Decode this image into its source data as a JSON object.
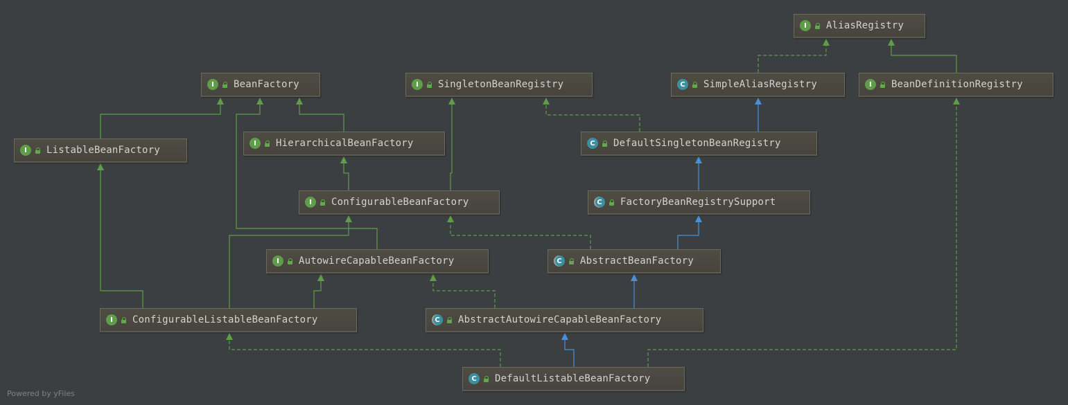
{
  "nodes": [
    {
      "id": "AliasRegistry",
      "label": "AliasRegistry",
      "kind": "interface",
      "icon": "interface-icon"
    },
    {
      "id": "BeanFactory",
      "label": "BeanFactory",
      "kind": "interface",
      "icon": "interface-icon"
    },
    {
      "id": "SingletonBeanRegistry",
      "label": "SingletonBeanRegistry",
      "kind": "interface",
      "icon": "interface-icon"
    },
    {
      "id": "SimpleAliasRegistry",
      "label": "SimpleAliasRegistry",
      "kind": "class",
      "icon": "class-icon"
    },
    {
      "id": "BeanDefinitionRegistry",
      "label": "BeanDefinitionRegistry",
      "kind": "interface",
      "icon": "interface-icon"
    },
    {
      "id": "ListableBeanFactory",
      "label": "ListableBeanFactory",
      "kind": "interface",
      "icon": "interface-icon"
    },
    {
      "id": "HierarchicalBeanFactory",
      "label": "HierarchicalBeanFactory",
      "kind": "interface",
      "icon": "interface-icon"
    },
    {
      "id": "DefaultSingletonBeanRegistry",
      "label": "DefaultSingletonBeanRegistry",
      "kind": "class",
      "icon": "class-icon"
    },
    {
      "id": "ConfigurableBeanFactory",
      "label": "ConfigurableBeanFactory",
      "kind": "interface",
      "icon": "interface-icon"
    },
    {
      "id": "FactoryBeanRegistrySupport",
      "label": "FactoryBeanRegistrySupport",
      "kind": "abstract",
      "icon": "abstract-class-icon"
    },
    {
      "id": "AutowireCapableBeanFactory",
      "label": "AutowireCapableBeanFactory",
      "kind": "interface",
      "icon": "interface-icon"
    },
    {
      "id": "AbstractBeanFactory",
      "label": "AbstractBeanFactory",
      "kind": "abstract",
      "icon": "abstract-class-icon"
    },
    {
      "id": "ConfigurableListableBeanFactory",
      "label": "ConfigurableListableBeanFactory",
      "kind": "interface",
      "icon": "interface-icon"
    },
    {
      "id": "AbstractAutowireCapableBeanFactory",
      "label": "AbstractAutowireCapableBeanFactory",
      "kind": "abstract",
      "icon": "abstract-class-icon"
    },
    {
      "id": "DefaultListableBeanFactory",
      "label": "DefaultListableBeanFactory",
      "kind": "class",
      "icon": "class-icon"
    }
  ],
  "edges": [
    {
      "from": "SimpleAliasRegistry",
      "to": "AliasRegistry",
      "type": "implements"
    },
    {
      "from": "BeanDefinitionRegistry",
      "to": "AliasRegistry",
      "type": "extends-interface"
    },
    {
      "from": "ListableBeanFactory",
      "to": "BeanFactory",
      "type": "extends-interface"
    },
    {
      "from": "HierarchicalBeanFactory",
      "to": "BeanFactory",
      "type": "extends-interface"
    },
    {
      "from": "AutowireCapableBeanFactory",
      "to": "BeanFactory",
      "type": "extends-interface"
    },
    {
      "from": "DefaultSingletonBeanRegistry",
      "to": "SingletonBeanRegistry",
      "type": "implements"
    },
    {
      "from": "DefaultSingletonBeanRegistry",
      "to": "SimpleAliasRegistry",
      "type": "extends-class"
    },
    {
      "from": "ConfigurableBeanFactory",
      "to": "HierarchicalBeanFactory",
      "type": "extends-interface"
    },
    {
      "from": "ConfigurableBeanFactory",
      "to": "SingletonBeanRegistry",
      "type": "extends-interface"
    },
    {
      "from": "FactoryBeanRegistrySupport",
      "to": "DefaultSingletonBeanRegistry",
      "type": "extends-class"
    },
    {
      "from": "AbstractBeanFactory",
      "to": "FactoryBeanRegistrySupport",
      "type": "extends-class"
    },
    {
      "from": "AbstractBeanFactory",
      "to": "ConfigurableBeanFactory",
      "type": "implements"
    },
    {
      "from": "ConfigurableListableBeanFactory",
      "to": "ListableBeanFactory",
      "type": "extends-interface"
    },
    {
      "from": "ConfigurableListableBeanFactory",
      "to": "AutowireCapableBeanFactory",
      "type": "extends-interface"
    },
    {
      "from": "ConfigurableListableBeanFactory",
      "to": "ConfigurableBeanFactory",
      "type": "extends-interface"
    },
    {
      "from": "AbstractAutowireCapableBeanFactory",
      "to": "AbstractBeanFactory",
      "type": "extends-class"
    },
    {
      "from": "AbstractAutowireCapableBeanFactory",
      "to": "AutowireCapableBeanFactory",
      "type": "implements"
    },
    {
      "from": "DefaultListableBeanFactory",
      "to": "AbstractAutowireCapableBeanFactory",
      "type": "extends-class"
    },
    {
      "from": "DefaultListableBeanFactory",
      "to": "ConfigurableListableBeanFactory",
      "type": "implements"
    },
    {
      "from": "DefaultListableBeanFactory",
      "to": "BeanDefinitionRegistry",
      "type": "implements"
    }
  ],
  "colors": {
    "background": "#3c3f41",
    "interface_badge": "#5f9d4a",
    "class_badge": "#3b8fa0",
    "interface_edge": "#5f9d4a",
    "class_edge": "#4a90d9"
  },
  "credit": "Powered by yFiles"
}
